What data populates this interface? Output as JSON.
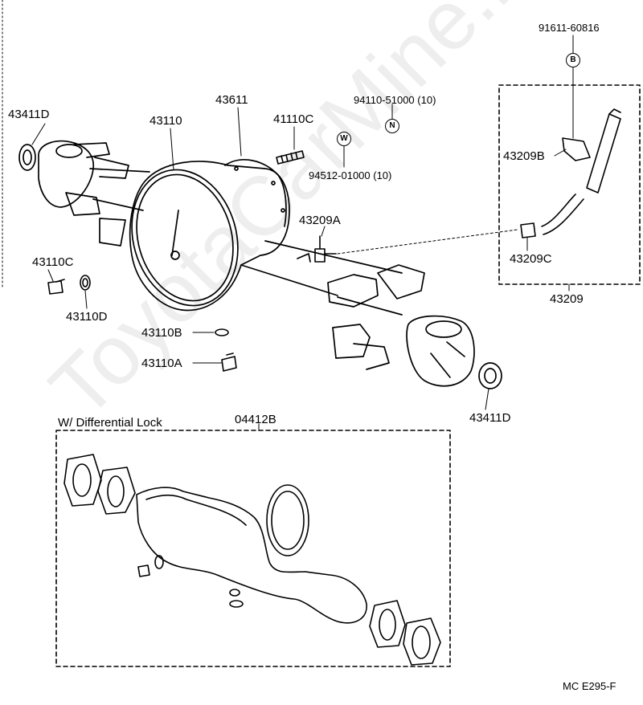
{
  "watermark": "ToyotaCarMine.ru",
  "labels": {
    "p91611": "91611-60816",
    "p43411d_left": "43411D",
    "p43110": "43110",
    "p43611": "43611",
    "p41110c": "41110C",
    "p94110": "94110-51000 (10)",
    "p94512": "94512-01000 (10)",
    "p43209b": "43209B",
    "p43209a": "43209A",
    "p43209c": "43209C",
    "p43209": "43209",
    "p43110c": "43110C",
    "p43110d": "43110D",
    "p43110b": "43110B",
    "p43110a": "43110A",
    "p43411d_right": "43411D",
    "section_title": "W/ Differential Lock",
    "p04412b": "04412B",
    "figure_code": "MC  E295-F"
  },
  "symbols": {
    "b": "B",
    "n": "N",
    "w": "W"
  }
}
